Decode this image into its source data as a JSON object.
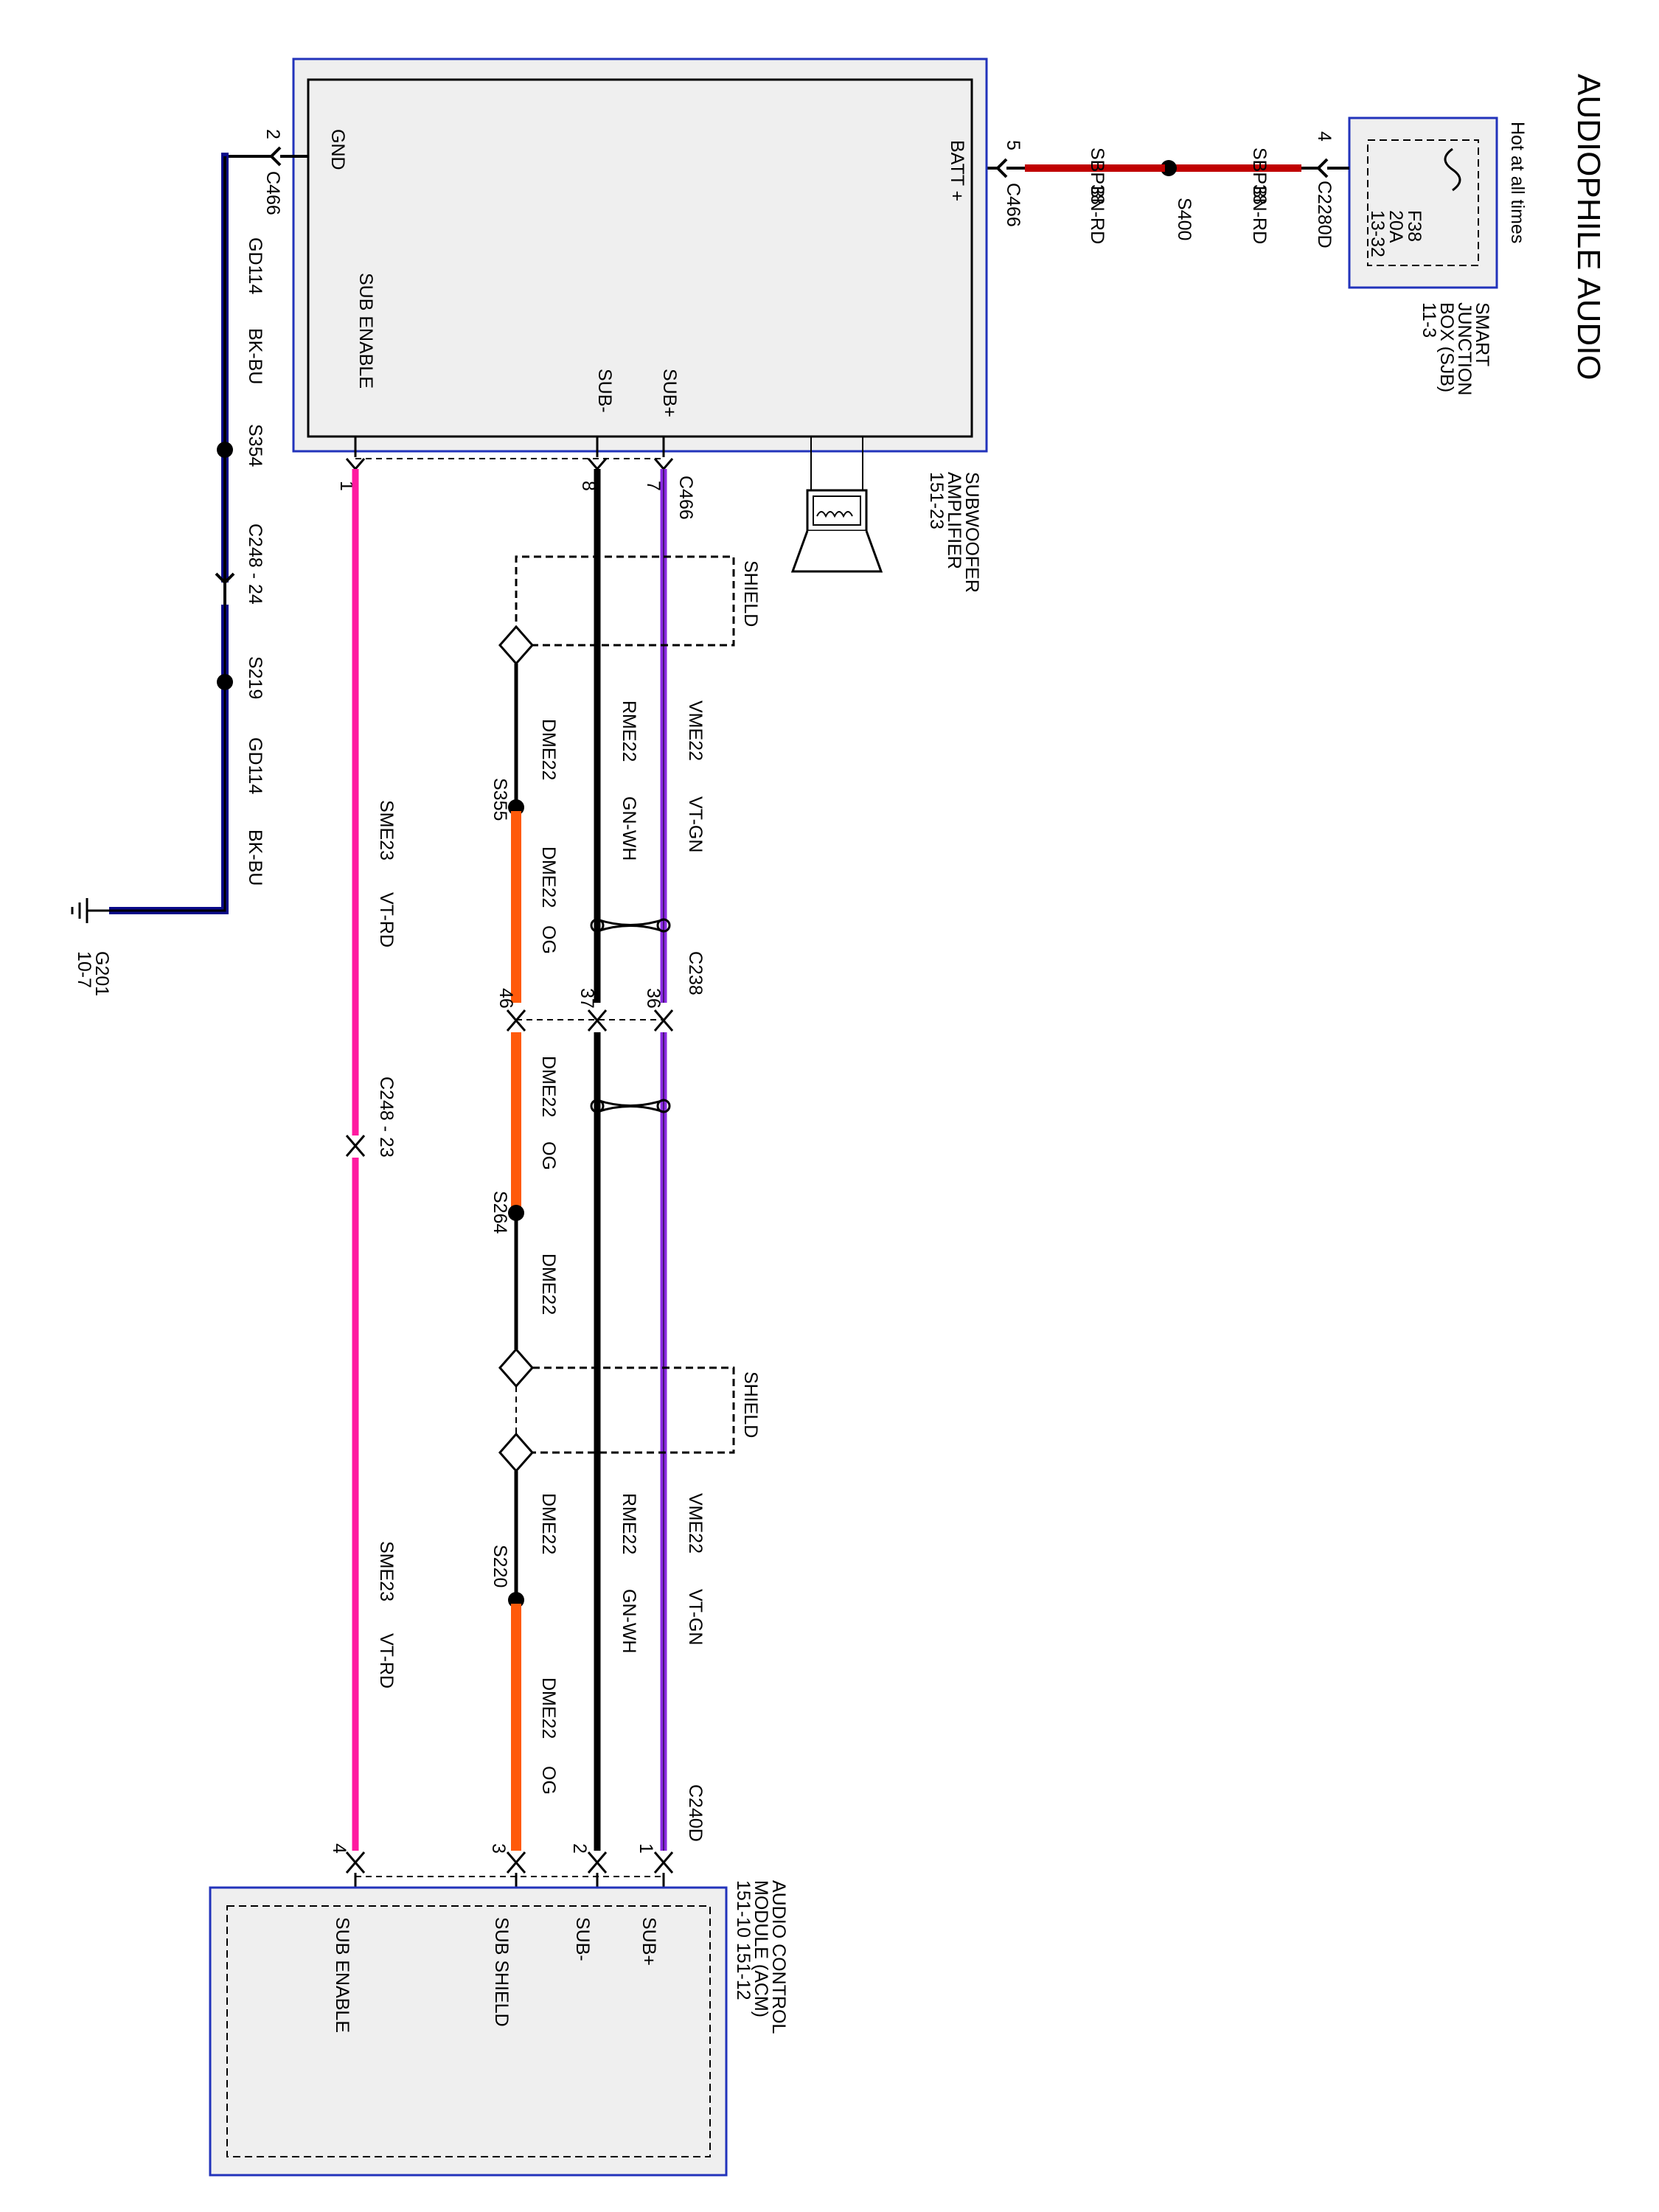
{
  "title": "AUDIOPHILE AUDIO",
  "colors": {
    "pink": "#ff1aa0",
    "violet": "#8a2be2",
    "orange": "#ff5a0a",
    "black": "#000000",
    "blue": "#0000a0",
    "red": "#c00000",
    "box_fill": "#efefef",
    "box_border": "#2233bb"
  },
  "sjb": {
    "hot_label": "Hot at all times",
    "name_l1": "SMART",
    "name_l2": "JUNCTION",
    "name_l3": "BOX (SJB)",
    "ref": "11-3",
    "fuse": "F38",
    "fuse_amp": "20A",
    "fuse_ref": "13-32"
  },
  "batt_feed": {
    "conn_pin": "4",
    "conn": "C2280D",
    "wire1_circuit": "SBP38",
    "wire1_color": "BN-RD",
    "splice": "S400",
    "wire2_circuit": "SBP38",
    "wire2_color": "BN-RD"
  },
  "amp": {
    "name_l1": "SUBWOOFER",
    "name_l2": "AMPLIFIER",
    "ref": "151-23",
    "pin_batt": "BATT +",
    "pin_gnd": "GND",
    "pin_sub_enable": "SUB ENABLE",
    "pin_sub_minus": "SUB-",
    "pin_sub_plus": "SUB+",
    "conn": "C466",
    "num_batt": "5",
    "num_gnd": "2",
    "num_sub_plus": "7",
    "num_sub_minus": "8",
    "num_sub_enable": "1"
  },
  "ground": {
    "conn": "C466",
    "circuit": "GD114",
    "color": "BK-BU",
    "splice1": "S354",
    "conn2": "C248 - 24",
    "splice2": "S219",
    "circuit2": "GD114",
    "color2": "BK-BU",
    "gnd": "G201",
    "gnd_ref": "10-7"
  },
  "shield_label": "SHIELD",
  "wires": {
    "sub_plus_circuit": "VME22",
    "sub_plus_color": "VT-GN",
    "sub_minus_circuit": "RME22",
    "sub_minus_color": "GN-WH",
    "drain_circuit": "DME22",
    "drain_color": "OG",
    "enable_circuit": "SME23",
    "enable_color": "VT-RD"
  },
  "splices": {
    "s355": "S355",
    "s264": "S264",
    "s220": "S220"
  },
  "c238": {
    "conn": "C238",
    "pin_plus": "36",
    "pin_minus": "37",
    "pin_shield": "46"
  },
  "c248_23": "C248 - 23",
  "acm": {
    "name_l1": "AUDIO CONTROL",
    "name_l2": "MODULE (ACM)",
    "ref": "151-10  151-12",
    "conn": "C240D",
    "pin_plus": "SUB+",
    "pin_minus": "SUB-",
    "pin_shield": "SUB SHIELD",
    "pin_enable": "SUB ENABLE",
    "num_plus": "1",
    "num_minus": "2",
    "num_shield": "3",
    "num_enable": "4"
  }
}
